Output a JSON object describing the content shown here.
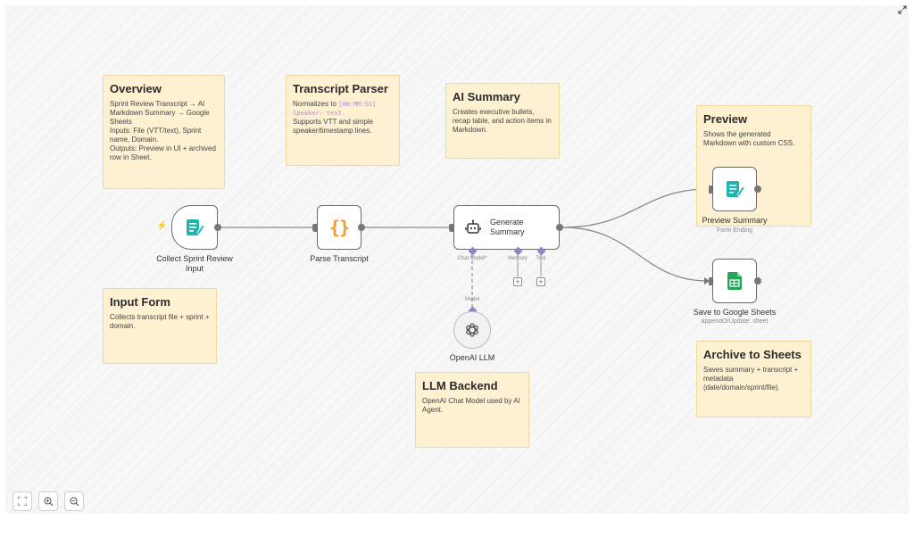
{
  "notes": {
    "overview": {
      "title": "Overview",
      "text": "Sprint Review Transcript → AI Markdown Summary → Google Sheets\nInputs: File (VTT/text), Sprint name, Domain.\nOutputs: Preview in UI + archived row in Sheet."
    },
    "parser": {
      "title": "Transcript Parser",
      "text_before": "Normalizes to ",
      "code": "[HH:MM:SS] Speaker: text.",
      "text_after": "Supports VTT and simple speaker/timestamp lines."
    },
    "ai_summary": {
      "title": "AI Summary",
      "text": "Creates executive bullets, recap table, and action items in Markdown."
    },
    "preview": {
      "title": "Preview",
      "text": "Shows the generated Markdown with custom CSS."
    },
    "input_form": {
      "title": "Input Form",
      "text": "Collects transcript file + sprint + domain."
    },
    "llm_backend": {
      "title": "LLM Backend",
      "text": "OpenAI Chat Model used by AI Agent."
    },
    "archive": {
      "title": "Archive to Sheets",
      "text": "Saves summary + transcript + metadata (date/domain/sprint/file)."
    }
  },
  "nodes": {
    "collect": {
      "label": "Collect Sprint Review Input",
      "icon": "form-icon"
    },
    "parse": {
      "label": "Parse Transcript",
      "glyph": "{}",
      "icon": "code-braces-icon"
    },
    "generate": {
      "label": "Generate Summary",
      "icon": "robot-icon"
    },
    "openai": {
      "label": "OpenAI LLM",
      "icon": "openai-icon"
    },
    "preview": {
      "label": "Preview Summary",
      "sub": "Form Ending",
      "icon": "form-icon"
    },
    "sheets": {
      "label": "Save to Google Sheets",
      "sub": "appendOrUpdate: sheet",
      "icon": "google-sheets-icon"
    }
  },
  "ports": {
    "chat_model": "Chat Model",
    "chat_model_required": "*",
    "memory": "Memory",
    "tool": "Tool",
    "model": "Model",
    "plus": "+"
  },
  "colors": {
    "note_bg": "#fdf1d2",
    "teal_icon": "#1fb5ae",
    "orange_icon": "#f39c2b",
    "sheets_green": "#23a55a",
    "trigger_bolt": "#ef6b5b",
    "ai_port": "#8a8ac0"
  },
  "controls": {
    "fit": "fit-view-icon",
    "zoom_in": "zoom-in-icon",
    "zoom_out": "zoom-out-icon",
    "fullscreen": "expand-icon"
  }
}
